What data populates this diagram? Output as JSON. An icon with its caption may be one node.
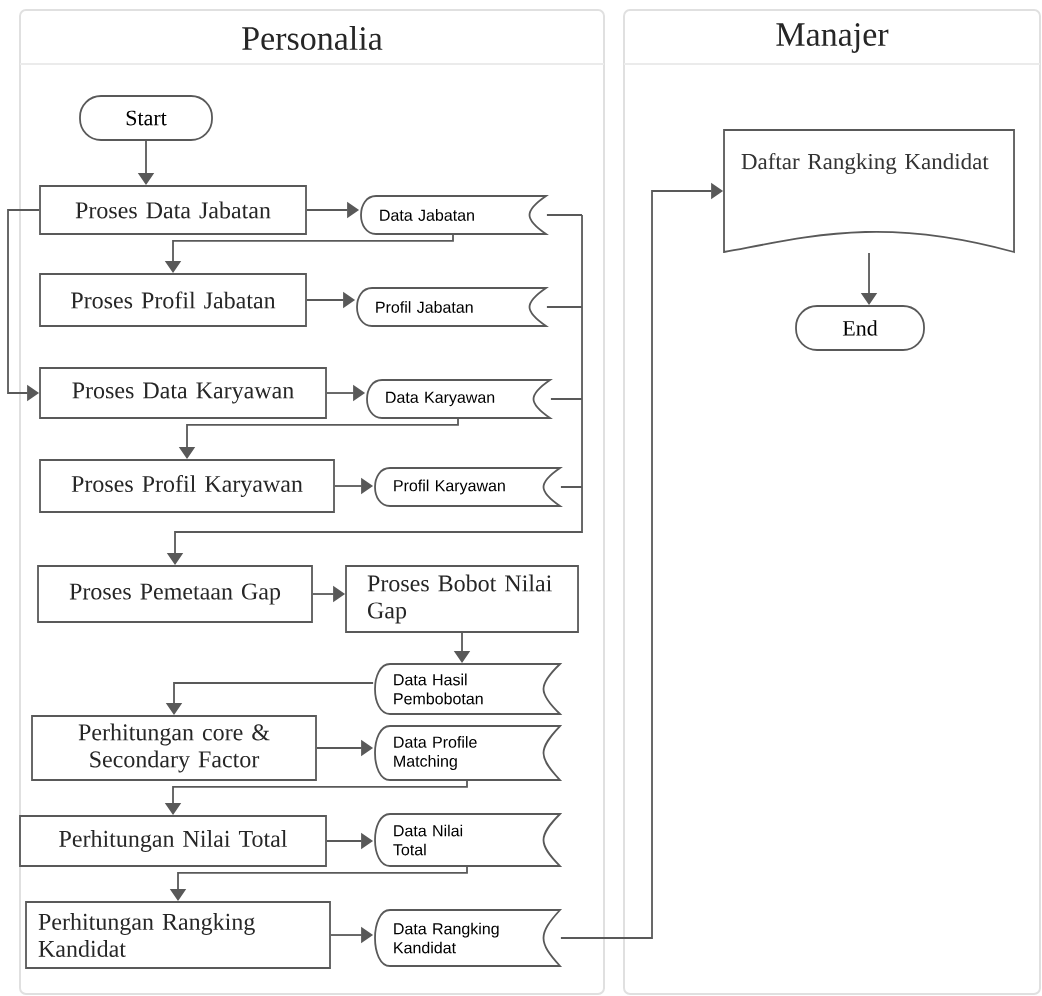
{
  "diagram": {
    "nodes": [
      {
        "text": [
          "Personalia"
        ]
      },
      {
        "text": [
          "Manajer"
        ]
      },
      {
        "text": [
          "Start"
        ],
        "in": 0
      },
      {
        "text": [
          "Proses Data Jabatan"
        ],
        "in": 0
      },
      {
        "text": [
          "Data Jabatan"
        ],
        "in": 0
      },
      {
        "text": [
          "Proses Profil Jabatan"
        ],
        "in": 0
      },
      {
        "text": [
          "Profil Jabatan"
        ],
        "in": 0
      },
      {
        "text": [
          "Proses Data Karyawan"
        ],
        "in": 0
      },
      {
        "text": [
          "Data Karyawan"
        ],
        "in": 0
      },
      {
        "text": [
          "Proses Profil Karyawan"
        ],
        "in": 0
      },
      {
        "text": [
          "Profil Karyawan"
        ],
        "in": 0
      },
      {
        "text": [
          "Proses Pemetaan Gap"
        ],
        "in": 0
      },
      {
        "text": [
          "Proses Bobot Nilai Gap"
        ],
        "in": 0
      },
      {
        "text": [
          "Data Hasil Pembobotan"
        ],
        "in": 0
      },
      {
        "text": [
          "Perhitungan core & Secondary Factor"
        ],
        "in": 0
      },
      {
        "text": [
          "Data Profile Matching"
        ],
        "in": 0
      },
      {
        "text": [
          "Perhitungan Nilai Total"
        ],
        "in": 0
      },
      {
        "text": [
          "Data Nilai Total"
        ],
        "in": 0
      },
      {
        "text": [
          "Perhitungan Rangking Kandidat"
        ],
        "in": 0
      },
      {
        "text": [
          "Data Rangking Kandidat"
        ],
        "in": 0
      },
      {
        "text": [
          "Daftar Rangking Kandidat"
        ],
        "in": 1
      },
      {
        "text": [
          "End"
        ],
        "in": 1
      }
    ],
    "edges": [
      {
        "from": 2,
        "to": 3,
        "arrow": "to"
      },
      {
        "from": 3,
        "to": 4,
        "arrow": "to"
      },
      {
        "from": 4,
        "to": 5,
        "arrow": "to"
      },
      {
        "from": 3,
        "to": 7,
        "arrow": "to"
      },
      {
        "from": 5,
        "to": 6,
        "arrow": "to"
      },
      {
        "from": 7,
        "to": 8,
        "arrow": "to"
      },
      {
        "from": 8,
        "to": 9,
        "arrow": "to"
      },
      {
        "from": 9,
        "to": 10,
        "arrow": "to"
      },
      {
        "from": 4,
        "to": 11,
        "arrow": "to"
      },
      {
        "from": 6,
        "to": 11,
        "arrow": "to"
      },
      {
        "from": 8,
        "to": 11,
        "arrow": "to"
      },
      {
        "from": 10,
        "to": 11,
        "arrow": "to"
      },
      {
        "from": 11,
        "to": 12,
        "arrow": "to"
      },
      {
        "from": 12,
        "to": 13,
        "arrow": "to"
      },
      {
        "from": 13,
        "to": 14,
        "arrow": "to"
      },
      {
        "from": 14,
        "to": 15,
        "arrow": "to"
      },
      {
        "from": 15,
        "to": 16,
        "arrow": "to"
      },
      {
        "from": 16,
        "to": 17,
        "arrow": "to"
      },
      {
        "from": 17,
        "to": 18,
        "arrow": "to"
      },
      {
        "from": 18,
        "to": 19,
        "arrow": "to"
      },
      {
        "from": 19,
        "to": 20,
        "arrow": "to"
      },
      {
        "from": 20,
        "to": 21,
        "arrow": "to"
      }
    ]
  }
}
